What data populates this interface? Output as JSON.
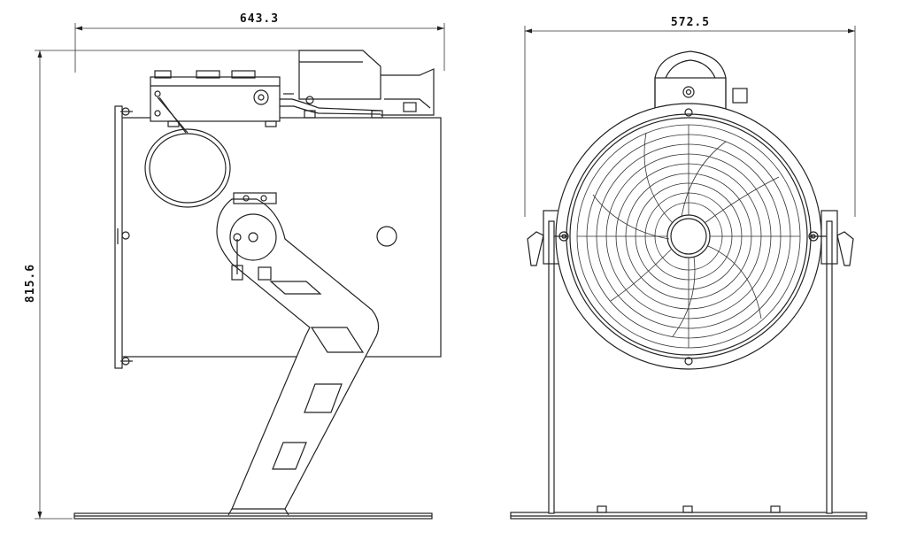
{
  "dimensions": {
    "side_width": "643.3",
    "front_width": "572.5",
    "height": "815.6"
  }
}
